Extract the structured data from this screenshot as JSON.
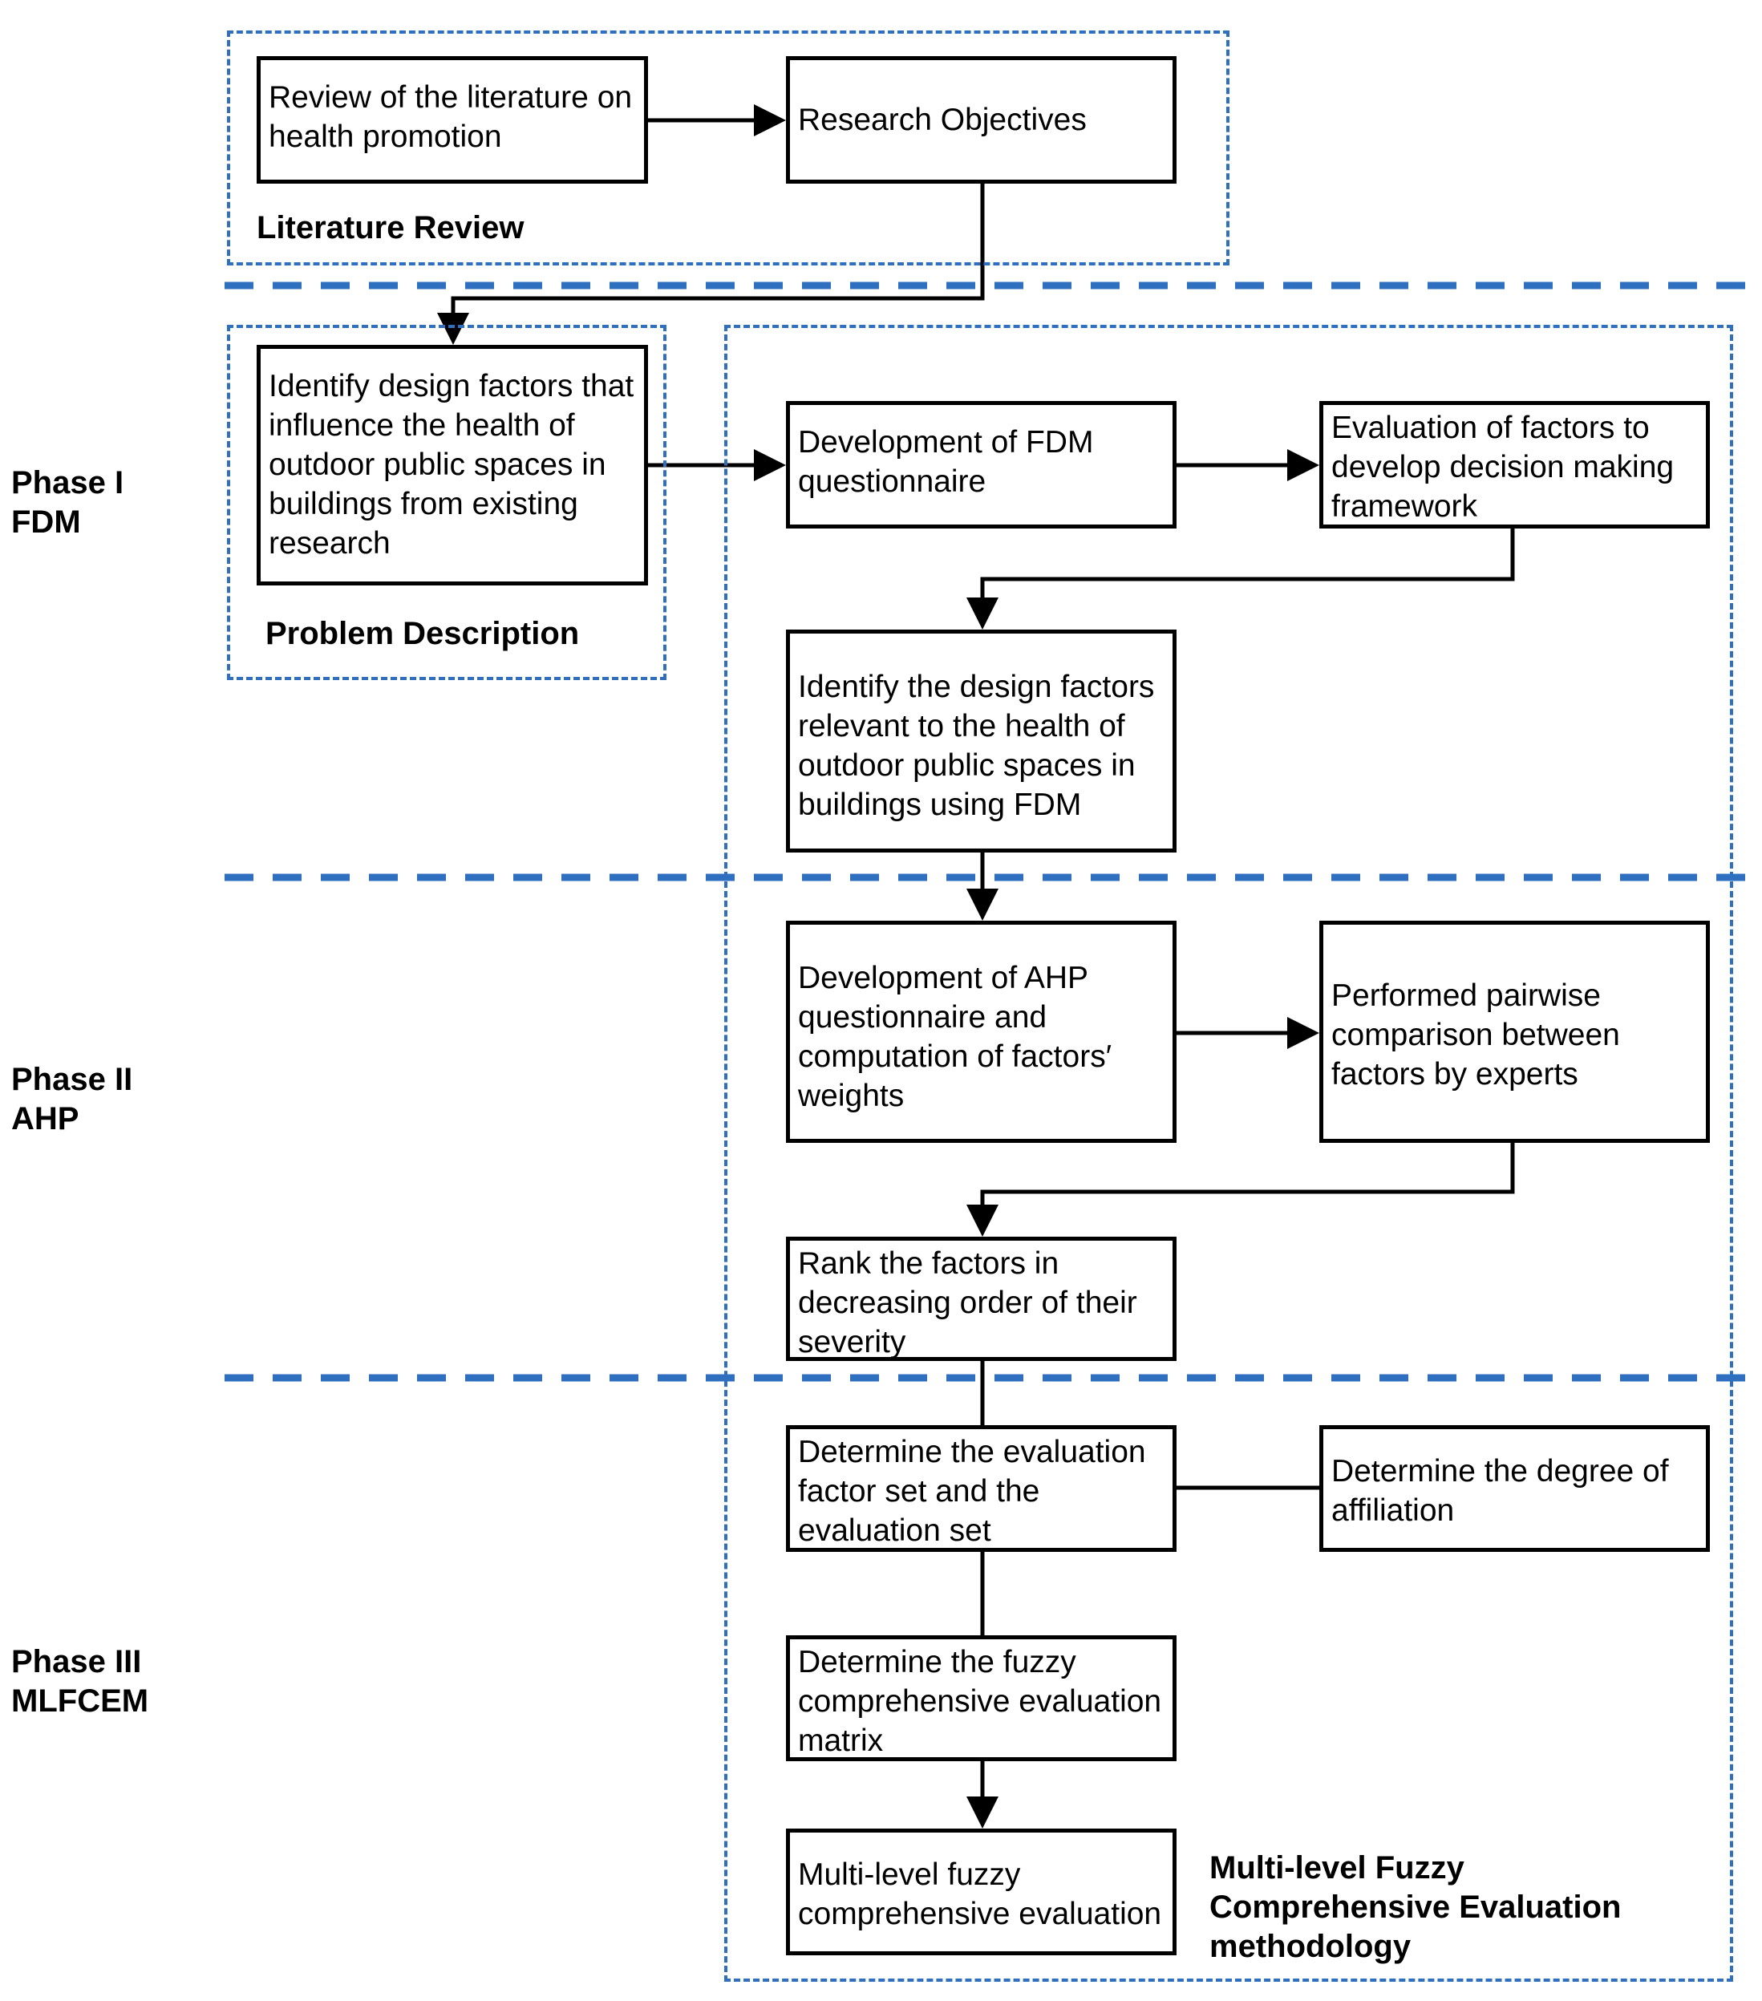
{
  "phases": [
    {
      "id": "phase1",
      "name": "Phase I",
      "method": "FDM"
    },
    {
      "id": "phase2",
      "name": "Phase II",
      "method": "AHP"
    },
    {
      "id": "phase3",
      "name": "Phase III",
      "method": "MLFCEM"
    }
  ],
  "groups": {
    "literature_review": "Literature Review",
    "problem_description": "Problem Description",
    "mlfcem": "Multi-level Fuzzy Comprehensive Evaluation methodology"
  },
  "steps": {
    "review_literature": "Review of the literature on health promotion",
    "research_objectives": "Research Objectives",
    "identify_factors_existing": "Identify design factors that influence the health of outdoor public spaces in buildings from existing research",
    "develop_fdm_questionnaire": "Development of FDM questionnaire",
    "evaluate_factors": "Evaluation of factors to develop decision making framework",
    "identify_factors_fdm": "Identify the design factors relevant to the health of outdoor public spaces in buildings using FDM",
    "develop_ahp_questionnaire": "Development of AHP questionnaire and computation of factors′ weights",
    "pairwise_comparison": "Performed pairwise comparison between factors by experts",
    "rank_factors": "Rank the factors in decreasing order of their severity",
    "determine_factor_set": "Determine the evaluation factor set and the evaluation set",
    "determine_affiliation": "Determine the degree of affiliation",
    "determine_matrix": "Determine the fuzzy comprehensive evaluation matrix",
    "multilevel_evaluation": "Multi-level fuzzy comprehensive evaluation"
  },
  "colors": {
    "dashed_border": "#2f6fbf",
    "phase_divider": "#2f6fbf",
    "box_border": "#000000"
  }
}
